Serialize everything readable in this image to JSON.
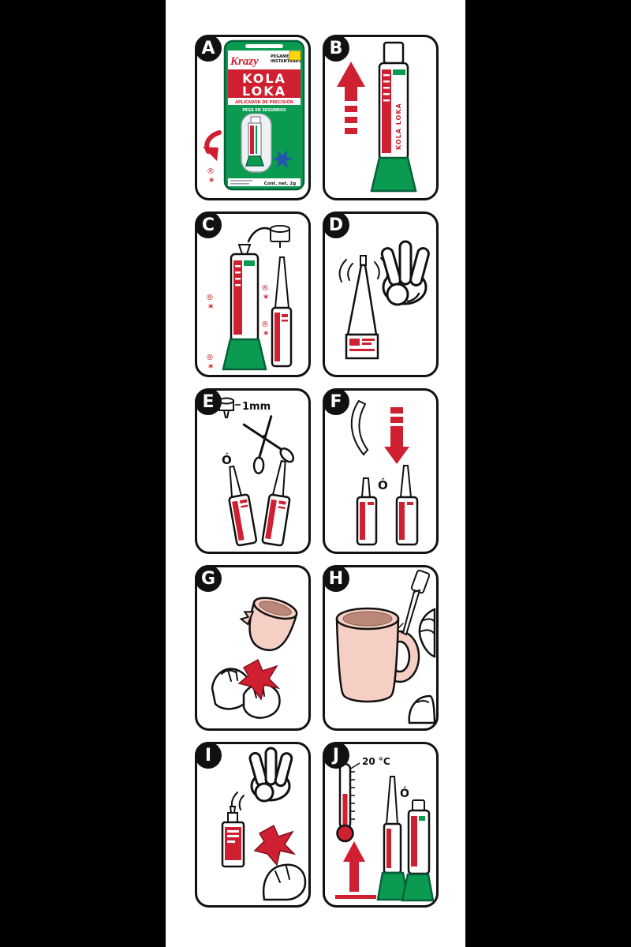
{
  "colors": {
    "background": "#000000",
    "sheet": "#ffffff",
    "outline": "#111111",
    "brand_red": "#ce2030",
    "brand_green": "#0a9a50",
    "green_dark": "#06603a",
    "cup_pink": "#f6cfc4",
    "coffee_brown": "#b98878",
    "accent_yellow": "#ffd80a",
    "mascot_blue": "#2456b0"
  },
  "panels": [
    {
      "letter": "A"
    },
    {
      "letter": "B"
    },
    {
      "letter": "C"
    },
    {
      "letter": "D"
    },
    {
      "letter": "E"
    },
    {
      "letter": "F"
    },
    {
      "letter": "G"
    },
    {
      "letter": "H"
    },
    {
      "letter": "I"
    },
    {
      "letter": "J"
    }
  ],
  "package": {
    "brand_script": "Krazy",
    "subtitle_1": "PEGAMENTO",
    "subtitle_2": "INSTANTANEO",
    "title_line1": "KOLA",
    "title_line2": "LOKA",
    "tagline": "APLICADOR DE PRECISIÓN",
    "tagline2": "PEGA EN SEGUNDOS",
    "net_content": "Cont. net. 2g"
  },
  "labels": {
    "registered": "®",
    "asterisk": "*",
    "or": "Ó",
    "one_mm": "1mm",
    "temperature": "20 °C",
    "vertical_brand": "KOLA LOKA"
  }
}
